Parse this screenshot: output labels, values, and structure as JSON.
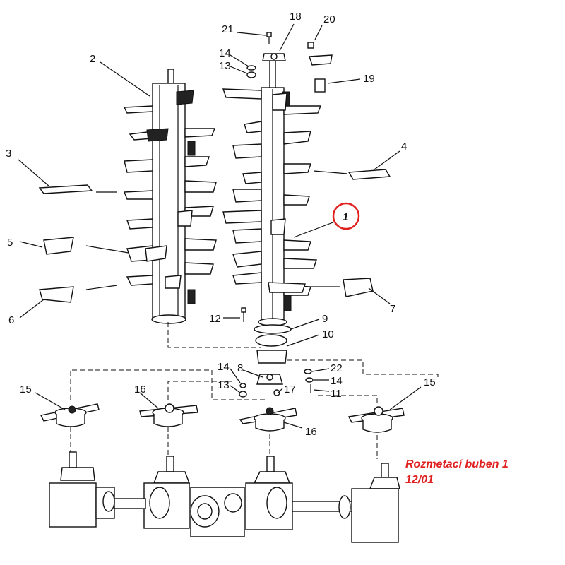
{
  "labels": {
    "l1": "1",
    "l2": "2",
    "l3": "3",
    "l4": "4",
    "l5": "5",
    "l6": "6",
    "l7": "7",
    "l8": "8",
    "l9": "9",
    "l10": "10",
    "l11": "11",
    "l12": "12",
    "l13a": "13",
    "l13b": "13",
    "l14a": "14",
    "l14b": "14",
    "l14c": "14",
    "l15a": "15",
    "l15b": "15",
    "l16a": "16",
    "l16b": "16",
    "l17": "17",
    "l18": "18",
    "l19": "19",
    "l20": "20",
    "l21": "21",
    "l22": "22"
  },
  "caption": {
    "line1": "Rozmetací buben 1",
    "line2": "12/01"
  },
  "highlight_color": "#e0201f"
}
